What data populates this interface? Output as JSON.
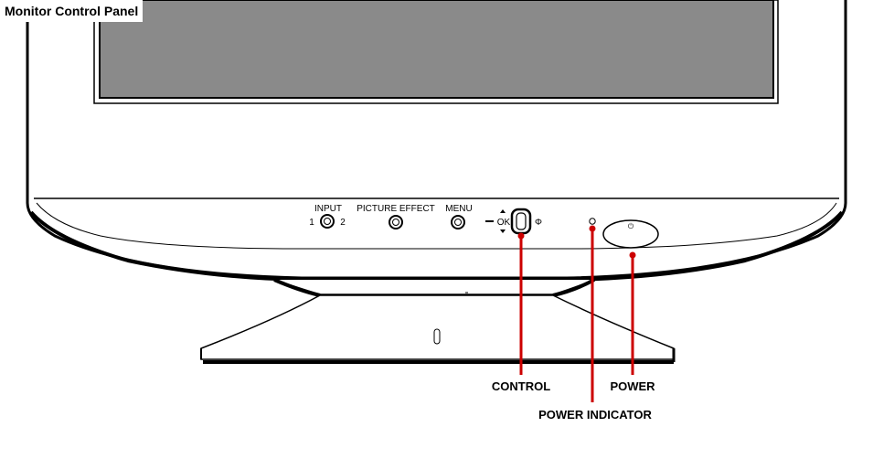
{
  "title": "Monitor Control Panel",
  "panel_labels": {
    "input": "INPUT",
    "input_1": "1",
    "input_2": "2",
    "picture_effect": "PICTURE EFFECT",
    "menu": "MENU",
    "ok": "OK",
    "control_right_symbol": "Φ",
    "power_symbol": "⏻"
  },
  "callouts": {
    "control": "CONTROL",
    "power_indicator": "POWER INDICATOR",
    "power": "POWER"
  },
  "colors": {
    "callout_line": "#cc0000",
    "screen": "#8a8a8a",
    "outline": "#000000",
    "panel": "#ffffff"
  }
}
